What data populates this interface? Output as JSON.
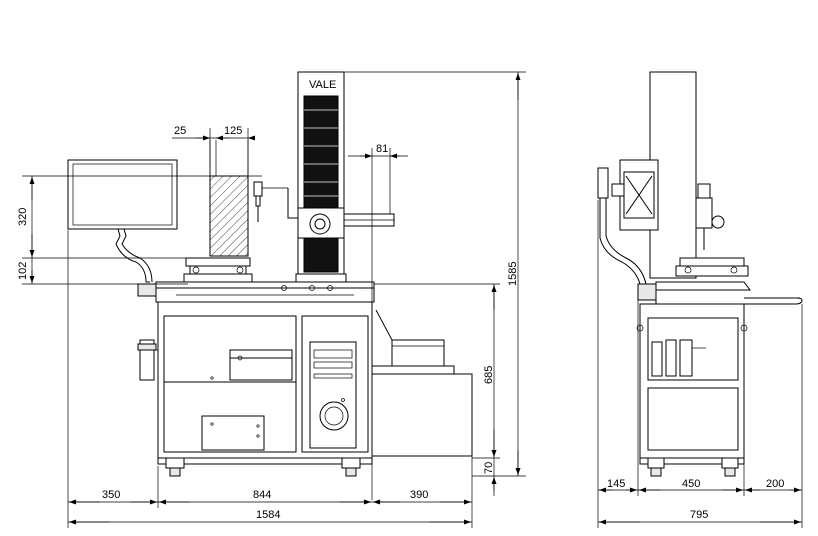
{
  "brand": "VALE",
  "colors": {
    "line": "#000000",
    "background": "#ffffff",
    "panel": "#111111"
  },
  "front_view": {
    "dimensions": {
      "d25": "25",
      "d125": "125",
      "d81": "81",
      "d320": "320",
      "d102": "102",
      "d1585": "1585",
      "d685": "685",
      "d70": "70",
      "d350": "350",
      "d844": "844",
      "d390": "390",
      "d1584": "1584"
    }
  },
  "side_view": {
    "dimensions": {
      "d145": "145",
      "d450": "450",
      "d200": "200",
      "d795": "795"
    }
  }
}
